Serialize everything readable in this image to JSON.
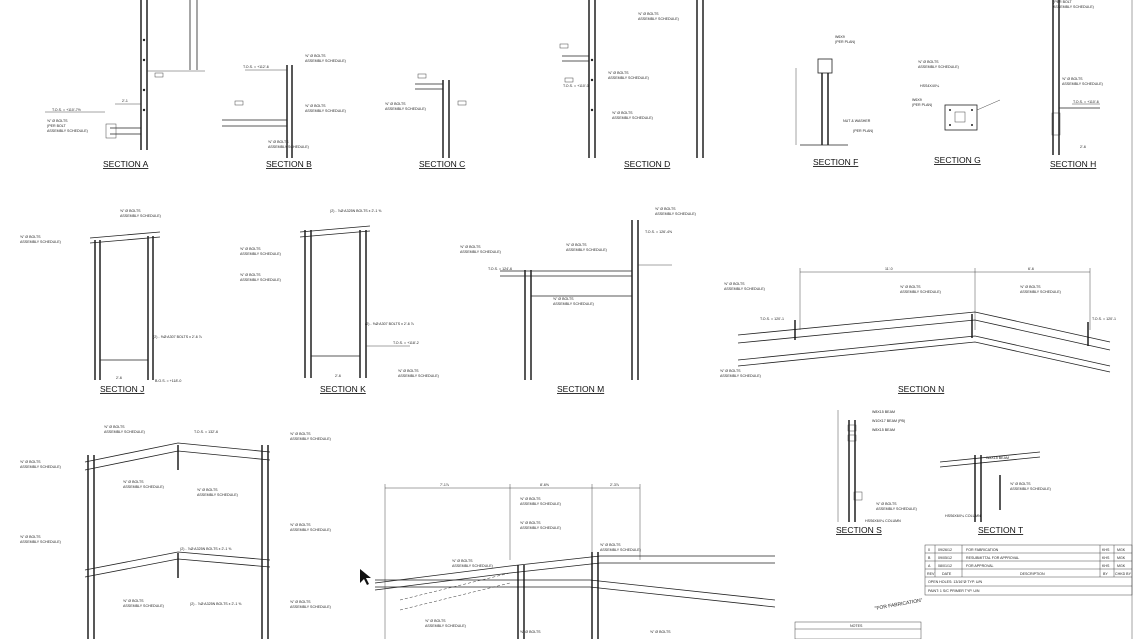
{
  "sections": {
    "a": "SECTION  A",
    "b": "SECTION  B",
    "c": "SECTION  C",
    "d": "SECTION  D",
    "f": "SECTION  F",
    "g": "SECTION  G",
    "h": "SECTION  H",
    "j": "SECTION  J",
    "k": "SECTION  K",
    "m": "SECTION  M",
    "n": "SECTION  N",
    "s": "SECTION  S",
    "t": "SECTION  T"
  },
  "callouts": {
    "bolts_1": "⅝\" Ø BOLTS",
    "bolts_2": "(PER BOLT",
    "bolts_3": "ASSEMBLY SCHEDULE)",
    "tos_a": "T.O.S. = +110'-7½",
    "tos_b": "T.O.S. = +112'-6",
    "tos_d": "T.O.S. = +110'-0",
    "tos_h": "T.O.S. = +110'-6",
    "tos_k": "T.O.S. = +118'-2",
    "bos_j": "B.O.S. = +118'-0",
    "tos_m1": "T.O.S. = 124'-6",
    "tos_m2": "T.O.S. = 126'-4⅝",
    "tos_n": "T.O.S. = 120'-1",
    "tos_l": "T.O.S. = 132'-6",
    "nut": "NUT & WASHER",
    "hss": "HSS4X4X¼",
    "per_plan": "(PER PLAN)",
    "bolts_a325": "(2) - ⅞Ø A325N BOLTS x 2'-1 ⅝",
    "bolts_a307": "(2) - ⅝Ø A307 BOLTS x 2'-6 ⅞",
    "w10": "W10X17 BEAM (PB)",
    "w8": "W8X15 BEAM",
    "col": "HSS6X6X¼ COLUMN",
    "beam_t": "W8X15 BEAM",
    "wide": "W6X9",
    "dim_n1": "11'-0",
    "dim_n2": "6'-6",
    "dim_l1": "7'-1⅞",
    "dim_l2": "8'-6⅝",
    "dim_l3": "2'-3⅞",
    "dim_j": "2'-6",
    "dim_k": "2'-6",
    "dim_a": "2'-1",
    "dim_h": "2'-6",
    "for_fab": "\"FOR FABRICATION\"",
    "notes": "NOTES"
  },
  "revisions": [
    {
      "rev": "0",
      "date": "09/26/12",
      "desc": "FOR FABRICATION",
      "by": "KHS",
      "chk": "MGK"
    },
    {
      "rev": "B",
      "date": "09/05/12",
      "desc": "RESUBMITTAL FOR APPROVAL",
      "by": "KHS",
      "chk": "MGK"
    },
    {
      "rev": "A",
      "date": "08/01/12",
      "desc": "FOR APPROVAL",
      "by": "KHS",
      "chk": "MGK"
    }
  ],
  "rev_header": {
    "rev": "REV",
    "date": "DATE",
    "desc": "DESCRIPTION",
    "by": "BY",
    "chk": "CHKD BY"
  },
  "tb_lines": {
    "open_holes": "OPEN HOLES:  13/16\"Ø TYP. U/N",
    "paint": "PAINT:  1 S/C PRIMER TYP. U/N"
  }
}
